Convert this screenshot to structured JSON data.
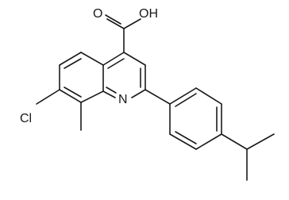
{
  "molecule": {
    "atoms": {
      "carboxyl_oxygen": "O",
      "hydroxyl": "OH",
      "ring_nitrogen": "N",
      "chlorine": "Cl"
    },
    "colors": {
      "bond": "#1a1a1a",
      "background": "#ffffff"
    }
  }
}
